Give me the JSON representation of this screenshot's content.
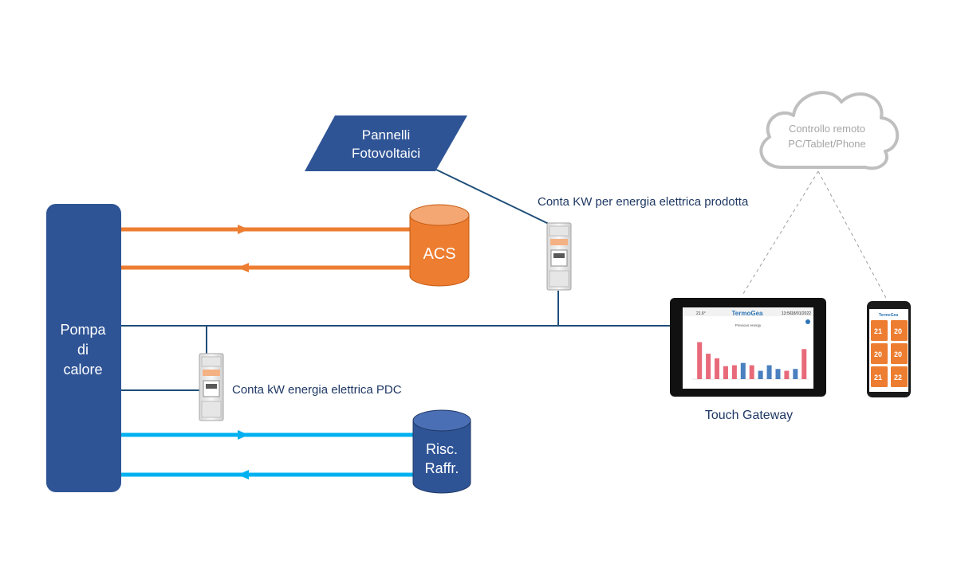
{
  "heat_pump": {
    "lines": [
      "Pompa",
      "di",
      "calore"
    ]
  },
  "panels": {
    "lines": [
      "Pannelli",
      "Fotovoltaici"
    ]
  },
  "acs_tank": {
    "label": "ACS"
  },
  "heating_tank": {
    "lines": [
      "Risc.",
      "Raffr."
    ]
  },
  "meter_pv": {
    "label": "Conta KW per energia elettrica prodotta"
  },
  "meter_pdc": {
    "label": "Conta kW energia elettrica PDC"
  },
  "gateway": {
    "label": "Touch Gateway",
    "screen": {
      "brand": "TermoGea",
      "left_status": "21.6°",
      "time": "13:56",
      "date": "18/01/2022",
      "chart_title": "Previous energy",
      "bar_values": [
        0.8,
        0.55,
        0.45,
        0.28,
        0.3,
        0.35,
        0.3,
        0.18,
        0.3,
        0.22,
        0.18,
        0.22,
        0.65
      ],
      "bar_colors": [
        "#e86a7a",
        "#e86a7a",
        "#e86a7a",
        "#e86a7a",
        "#e86a7a",
        "#4a7fc0",
        "#e86a7a",
        "#4a7fc0",
        "#4a7fc0",
        "#4a7fc0",
        "#e86a7a",
        "#4a7fc0",
        "#e86a7a"
      ]
    }
  },
  "phone": {
    "brand": "TermoGea",
    "tiles": [
      "21",
      "20",
      "20",
      "20",
      "21",
      "22"
    ]
  },
  "cloud": {
    "lines": [
      "Controllo remoto",
      "PC/Tablet/Phone"
    ]
  },
  "colors": {
    "navy": "#2f5496",
    "line_dark": "#1f4e79",
    "orange": "#ed7d31",
    "light_blue": "#00b0f0",
    "cloud_grey": "#bfbfbf"
  }
}
